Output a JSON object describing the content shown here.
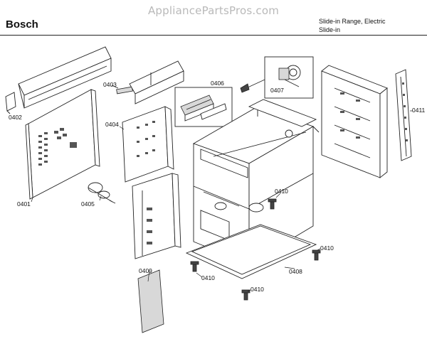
{
  "header": {
    "watermark": "AppliancePartsPros.com",
    "brand": "Bosch",
    "title_line1": "Slide-in Range, Electric",
    "title_line2": "Slide-in"
  },
  "parts": {
    "p0401": "0401",
    "p0402": "0402",
    "p0403": "0403",
    "p0404": "0404",
    "p0405": "0405",
    "p0406": "0406",
    "p0407": "0407",
    "p0408": "0408",
    "p0409": "0409",
    "p0410": "0410",
    "p0411": "0411"
  }
}
